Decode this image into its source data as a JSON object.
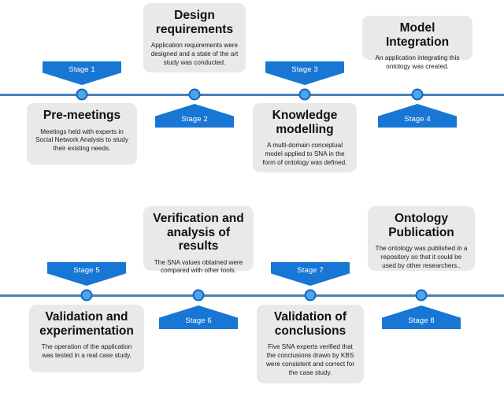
{
  "diagram": {
    "type": "process-timeline",
    "accent_color": "#1877d4",
    "axis_color": "#4a7fb5",
    "node_fill": "#4da6e8",
    "node_stroke": "#1565c0",
    "card_bg": "#e9e9e9",
    "timelines": [
      {
        "id": "timeline-top",
        "stages": [
          {
            "badge": "Stage 1",
            "badge_side": "above",
            "card_side": "below",
            "title": "Pre-meetings",
            "body": "Meetings held with experts in Social Network Analysis to study their existing needs."
          },
          {
            "badge": "Stage 2",
            "badge_side": "below",
            "card_side": "above",
            "title": "Design requirements",
            "body": "Application requirements were designed and a state of the art study was conducted."
          },
          {
            "badge": "Stage 3",
            "badge_side": "above",
            "card_side": "below",
            "title": "Knowledge modelling",
            "body": "A multi-domain conceptual model applied to SNA in the form of ontology was defined."
          },
          {
            "badge": "Stage 4",
            "badge_side": "below",
            "card_side": "above",
            "title": "Model Integration",
            "body": "An application integrating this ontology was created."
          }
        ]
      },
      {
        "id": "timeline-bottom",
        "stages": [
          {
            "badge": "Stage 5",
            "badge_side": "above",
            "card_side": "below",
            "title": "Validation and experimentation",
            "body": "The operation of the application was tested in a real case study."
          },
          {
            "badge": "Stage 6",
            "badge_side": "below",
            "card_side": "above",
            "title": "Verification and analysis of results",
            "body": "The SNA values obtained were compared with other tools."
          },
          {
            "badge": "Stage 7",
            "badge_side": "above",
            "card_side": "below",
            "title": "Validation of conclusions",
            "body": "Five SNA experts verified that the conclusions drawn by KBS were consistent and correct for the case study."
          },
          {
            "badge": "Stage 8",
            "badge_side": "below",
            "card_side": "above",
            "title": "Ontology Publication",
            "body": "The ontology was published in a repository so that it could be used by other researchers.."
          }
        ]
      }
    ]
  }
}
